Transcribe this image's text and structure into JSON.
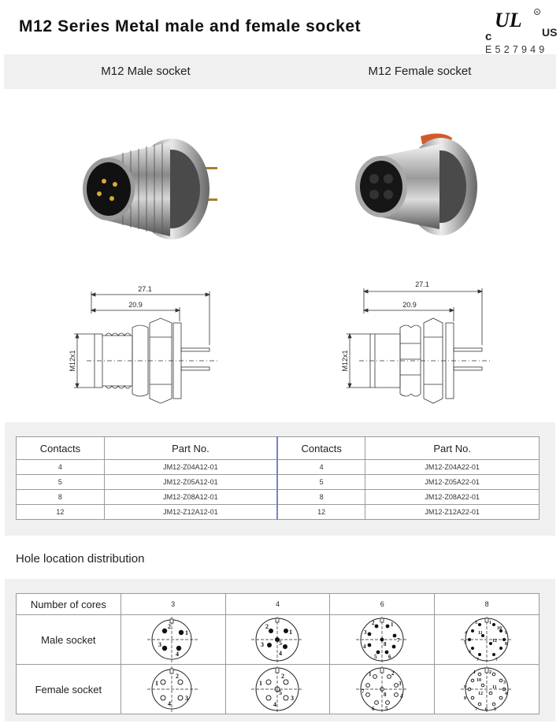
{
  "header": {
    "title": "M12 Series Metal male and female socket",
    "cert_left": "c",
    "cert_right": "US",
    "cert_number": "E527949"
  },
  "band": {
    "male_label": "M12 Male socket",
    "female_label": "M12 Female socket"
  },
  "drawing": {
    "overall_length": "27.1",
    "body_length": "20.9",
    "thread": "M12x1"
  },
  "parts_table": {
    "headers": [
      "Contacts",
      "Part No.",
      "Contacts",
      "Part No."
    ],
    "rows": [
      [
        "4",
        "JM12-Z04A12-01",
        "4",
        "JM12-Z04A22-01"
      ],
      [
        "5",
        "JM12-Z05A12-01",
        "5",
        "JM12-Z05A22-01"
      ],
      [
        "8",
        "JM12-Z08A12-01",
        "8",
        "JM12-Z08A22-01"
      ],
      [
        "12",
        "JM12-Z12A12-01",
        "12",
        "JM12-Z12A22-01"
      ]
    ]
  },
  "holes": {
    "title": "Hole location distribution",
    "header_label": "Number of cores",
    "cores": [
      "3",
      "4",
      "6",
      "8"
    ],
    "male_label": "Male socket",
    "female_label": "Female socket"
  }
}
